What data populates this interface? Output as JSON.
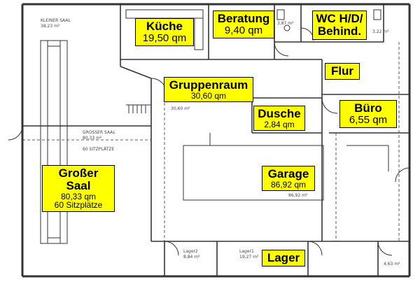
{
  "rooms": {
    "kueche": {
      "name": "Küche",
      "area": "19,50 qm"
    },
    "beratung": {
      "name": "Beratung",
      "area": "9,40 qm"
    },
    "wc": {
      "line1": "WC H/D/",
      "line2": "Behind."
    },
    "flur": {
      "name": "Flur"
    },
    "gruppenraum": {
      "name": "Gruppenraum",
      "area": "30,60 qm"
    },
    "dusche": {
      "name": "Dusche",
      "area": "2,84 qm"
    },
    "buero": {
      "name": "Büro",
      "area": "6,55 qm"
    },
    "grosser_saal": {
      "name": "Großer Saal",
      "area": "80,33 qm",
      "seats": "60 Sitzplätze"
    },
    "garage": {
      "name": "Garage",
      "area": "86,92 qm"
    },
    "lager": {
      "name": "Lager"
    }
  },
  "plan_notes": {
    "kleiner_saal": "KLEINER SAAL",
    "kleiner_saal_area": "38,23 m²",
    "grosser_saal": "GROSSER SAAL",
    "grosser_saal_area": "80,33 m²",
    "sitzplaetze": "60 SITZPLÄTZE",
    "gruppenraum_area": "30,60 m²",
    "garage_area": "86,92 m²",
    "lager1": "Lager1",
    "lager1_area": "19,27 m²",
    "lager2": "Lager2",
    "lager2_area": "8,84 m²",
    "wc_area": "3,87 m²",
    "wc2_area": "3,22 m²",
    "room_br_area": "4,63 m²"
  }
}
